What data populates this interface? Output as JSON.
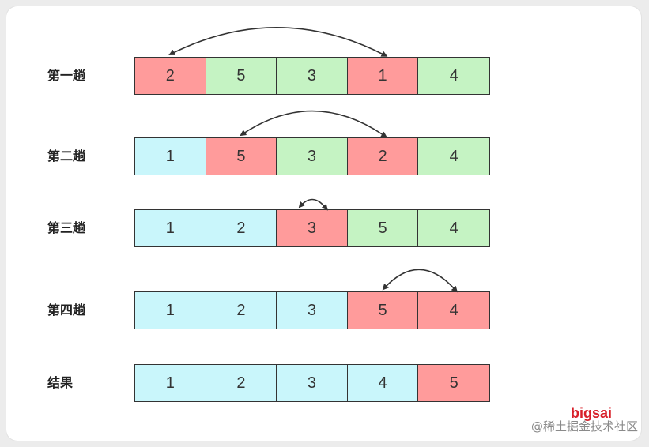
{
  "colors": {
    "swap": "#ff9b9b",
    "unsorted": "#c5f3c3",
    "sorted": "#c9f6fb"
  },
  "rows": [
    {
      "label": "第一趟",
      "cells": [
        {
          "value": "2",
          "state": "red"
        },
        {
          "value": "5",
          "state": "green"
        },
        {
          "value": "3",
          "state": "green"
        },
        {
          "value": "1",
          "state": "red"
        },
        {
          "value": "4",
          "state": "green"
        }
      ],
      "swap": [
        0,
        3
      ]
    },
    {
      "label": "第二趟",
      "cells": [
        {
          "value": "1",
          "state": "cyan"
        },
        {
          "value": "5",
          "state": "red"
        },
        {
          "value": "3",
          "state": "green"
        },
        {
          "value": "2",
          "state": "red"
        },
        {
          "value": "4",
          "state": "green"
        }
      ],
      "swap": [
        1,
        3
      ]
    },
    {
      "label": "第三趟",
      "cells": [
        {
          "value": "1",
          "state": "cyan"
        },
        {
          "value": "2",
          "state": "cyan"
        },
        {
          "value": "3",
          "state": "red"
        },
        {
          "value": "5",
          "state": "green"
        },
        {
          "value": "4",
          "state": "green"
        }
      ],
      "swap": [
        2,
        2
      ]
    },
    {
      "label": "第四趟",
      "cells": [
        {
          "value": "1",
          "state": "cyan"
        },
        {
          "value": "2",
          "state": "cyan"
        },
        {
          "value": "3",
          "state": "cyan"
        },
        {
          "value": "5",
          "state": "red"
        },
        {
          "value": "4",
          "state": "red"
        }
      ],
      "swap": [
        3,
        4
      ]
    },
    {
      "label": "结果",
      "cells": [
        {
          "value": "1",
          "state": "cyan"
        },
        {
          "value": "2",
          "state": "cyan"
        },
        {
          "value": "3",
          "state": "cyan"
        },
        {
          "value": "4",
          "state": "cyan"
        },
        {
          "value": "5",
          "state": "red"
        }
      ],
      "swap": null
    }
  ],
  "watermark": {
    "author": "bigsai",
    "site": "@稀土掘金技术社区"
  }
}
